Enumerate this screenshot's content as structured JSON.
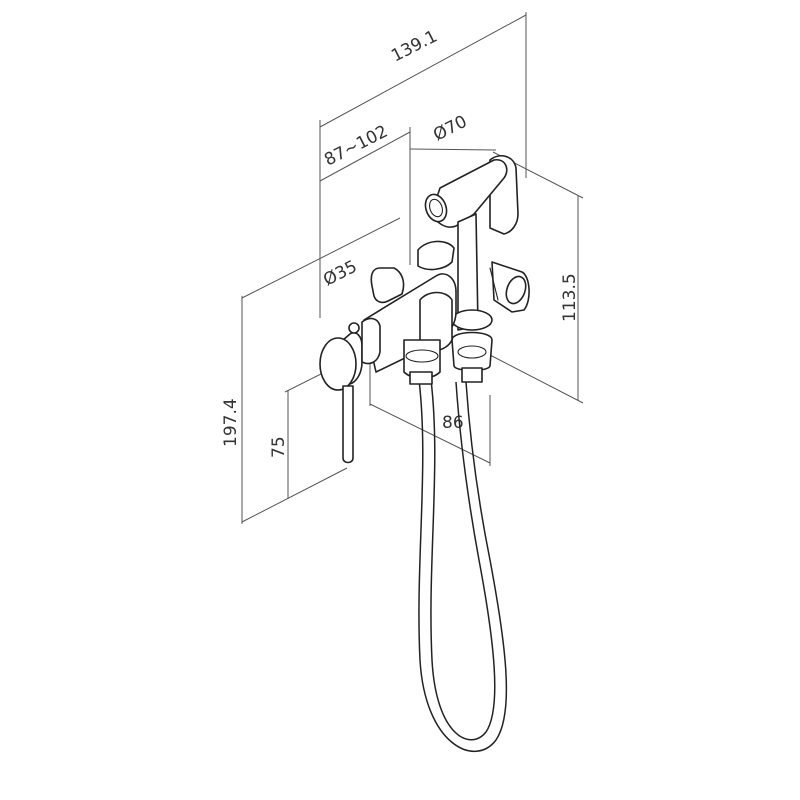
{
  "dimensions": {
    "overall_depth": "139.1",
    "projection_range": "87~102",
    "holder_diameter": "Ø70",
    "handle_diameter": "Ø35",
    "holder_height": "113.5",
    "body_width": "86",
    "total_height": "197.4",
    "lever_height": "75"
  },
  "colors": {
    "line": "#222222",
    "dimension_line": "#555555",
    "background": "#ffffff"
  }
}
